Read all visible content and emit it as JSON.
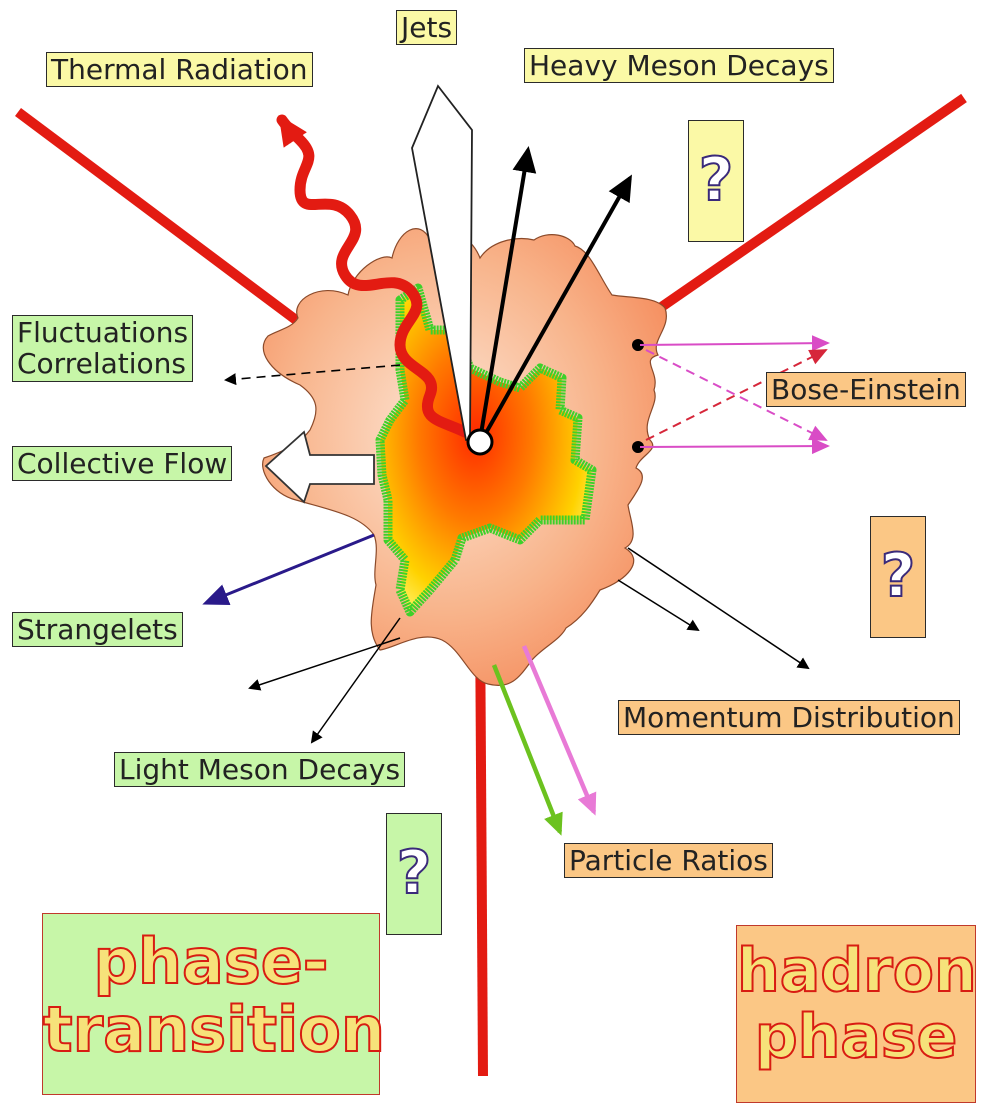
{
  "labels": {
    "jets": "Jets",
    "thermal_radiation": "Thermal Radiation",
    "heavy_meson_decays": "Heavy Meson Decays",
    "fluctuations": "Fluctuations",
    "correlations": "Correlations",
    "bose_einstein": "Bose-Einstein",
    "collective_flow": "Collective Flow",
    "strangelets": "Strangelets",
    "momentum_distribution": "Momentum Distribution",
    "light_meson_decays": "Light Meson Decays",
    "particle_ratios": "Particle Ratios"
  },
  "question_mark": "?",
  "phase_transition": {
    "line1": "phase-",
    "line2": "transition"
  },
  "hadron_phase": {
    "line1": "hadron",
    "line2": "phase"
  },
  "colors": {
    "beam_red": "#e31b12",
    "label_yellow": "#fbf9a6",
    "label_green": "#c7f6a8",
    "label_orange": "#fbc785",
    "fireball_outer": "#f7a77a",
    "fireball_core": "#ff3b00",
    "qgp_border": "#3dd12a",
    "strangelets_arrow": "#2a1a8a",
    "bose_einstein_arrow": "#d94cc6",
    "particle_ratio_green": "#6cc21f",
    "particle_ratio_pink": "#e87ad6"
  }
}
